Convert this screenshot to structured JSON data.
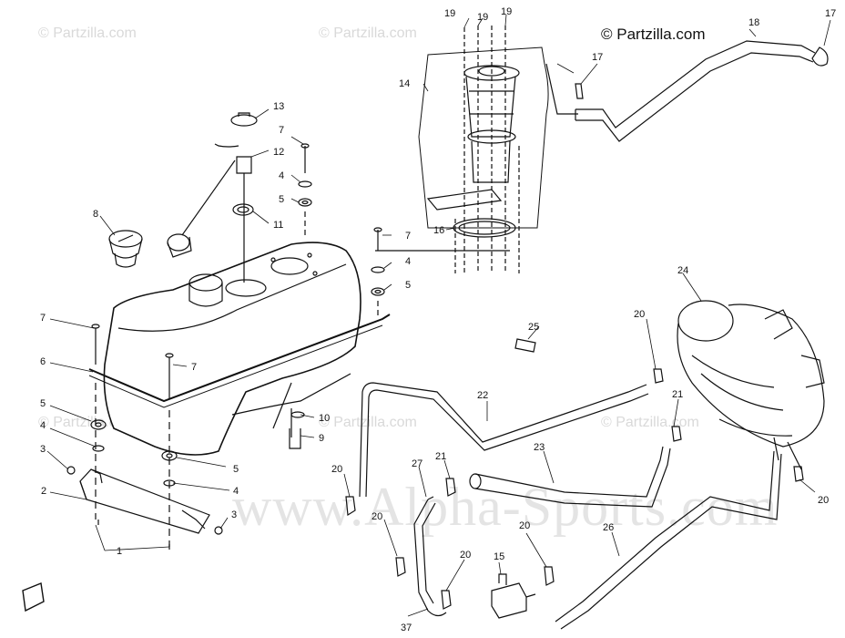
{
  "copyright": "© Partzilla.com",
  "watermarks": [
    "© Partzilla.com",
    "© Partzilla.com",
    "© Partzilla.com",
    "© Partzilla.com",
    "© Partzilla.com",
    "© Partzilla.com"
  ],
  "background_watermark": "www.Alpha-Sports.com",
  "callouts": {
    "c1": "1",
    "c2": "2",
    "c3a": "3",
    "c3b": "3",
    "c4a": "4",
    "c4b": "4",
    "c4c": "4",
    "c4d": "4",
    "c5a": "5",
    "c5b": "5",
    "c5c": "5",
    "c5d": "5",
    "c6": "6",
    "c7a": "7",
    "c7b": "7",
    "c7c": "7",
    "c7d": "7",
    "c8": "8",
    "c9": "9",
    "c10": "10",
    "c11": "11",
    "c12": "12",
    "c13": "13",
    "c14": "14",
    "c15": "15",
    "c16": "16",
    "c17a": "17",
    "c17b": "17",
    "c18": "18",
    "c19a": "19",
    "c19b": "19",
    "c19c": "19",
    "c20a": "20",
    "c20b": "20",
    "c20c": "20",
    "c20d": "20",
    "c20e": "20",
    "c20f": "20",
    "c21a": "21",
    "c21b": "21",
    "c22": "22",
    "c23": "23",
    "c24": "24",
    "c25": "25",
    "c26": "26",
    "c27": "27",
    "c37": "37"
  }
}
